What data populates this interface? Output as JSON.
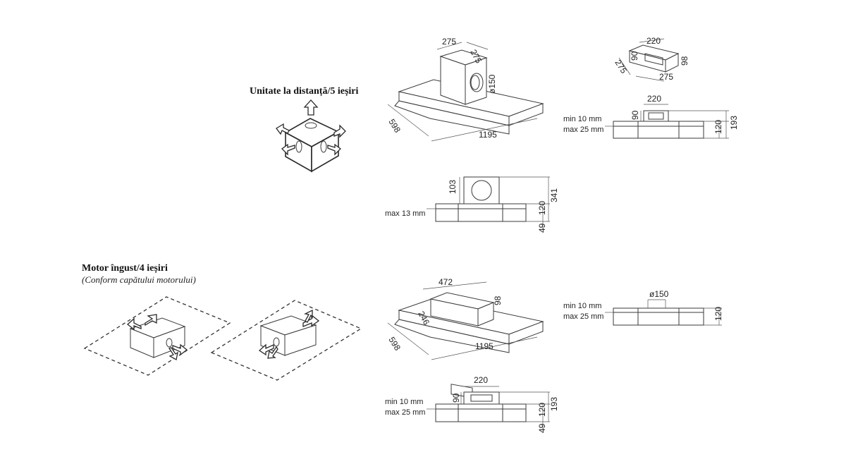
{
  "sections": {
    "remote": {
      "title": "Unitate la distanță/5 ieșiri"
    },
    "narrow": {
      "title": "Motor îngust/4 ieșiri",
      "subtitle": "(Conform capătului motorului)"
    }
  },
  "dims": {
    "remote_top": {
      "motor_w": "275",
      "motor_d": "275",
      "outlet_dia": "ø150",
      "depth": "598",
      "width": "1195"
    },
    "remote_box": {
      "w": "220",
      "h": "90",
      "d1": "275",
      "d2": "275",
      "h2": "98"
    },
    "remote_side": {
      "outlet_w": "220",
      "outlet_h": "90",
      "total_h": "193",
      "body_h": "120",
      "min_label": "min 10 mm",
      "max_label": "max 25 mm"
    },
    "remote_front": {
      "outlet_h": "103",
      "total_h": "341",
      "body_h": "120",
      "lower_h": "49",
      "max_label": "max 13 mm"
    },
    "narrow_top": {
      "motor_len": "472",
      "motor_w": "246",
      "motor_h": "98",
      "depth": "598",
      "width": "1195"
    },
    "narrow_side": {
      "outlet_dia": "ø150",
      "body_h": "120",
      "min_label": "min 10 mm",
      "max_label": "max 25 mm"
    },
    "narrow_front": {
      "outlet_w": "220",
      "outlet_h": "90",
      "total_h": "193",
      "body_h": "120",
      "lower_h": "49",
      "min_label": "min 10 mm",
      "max_label": "max 25 mm"
    }
  }
}
